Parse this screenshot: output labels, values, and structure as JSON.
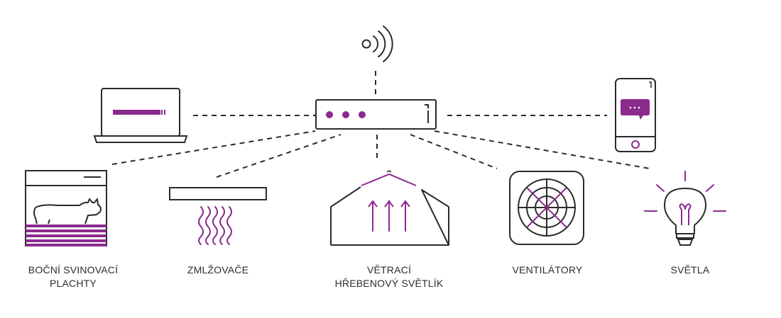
{
  "colors": {
    "stroke": "#2b2b2b",
    "accent": "#8b2a8d",
    "background": "#ffffff",
    "text": "#2d2d2d"
  },
  "icons": [
    "wifi-signal-icon",
    "laptop-icon",
    "controller-hub-icon",
    "smartphone-icon",
    "roll-up-curtains-icon",
    "cow-icon",
    "misting-icon",
    "ridge-vent-icon",
    "fan-icon",
    "light-bulb-icon"
  ],
  "labels": {
    "curtains": {
      "line1": "BOČNÍ SVINOVACÍ",
      "line2": "PLACHTY"
    },
    "misters": {
      "line1": "ZMLŽOVAČE"
    },
    "ridge_vent": {
      "line1": "VĚTRACÍ",
      "line2": "HŘEBENOVÝ SVĚTLÍK"
    },
    "fans": {
      "line1": "VENTILÁTORY"
    },
    "lights": {
      "line1": "SVĚTLA"
    }
  }
}
